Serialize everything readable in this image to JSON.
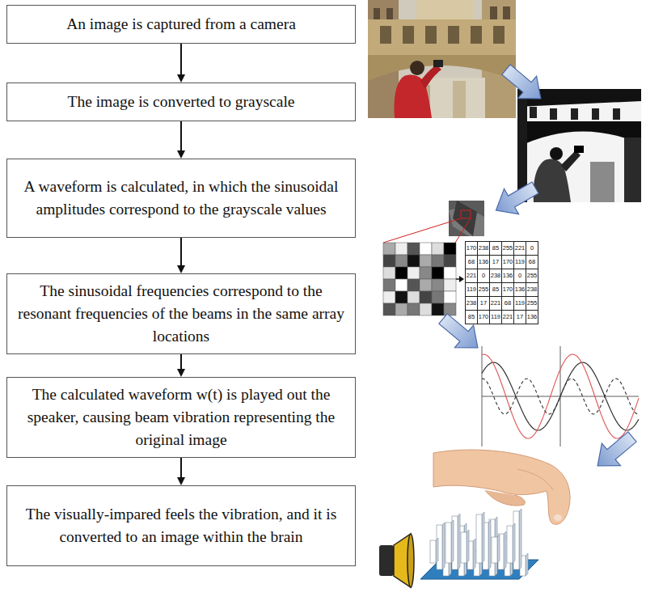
{
  "diagram": {
    "nodes": [
      {
        "text": [
          "An image is captured from a camera"
        ]
      },
      {
        "text": [
          "The image is converted to grayscale"
        ]
      },
      {
        "text": [
          "A waveform is calculated, in which the sinusoidal amplitudes correspond to the grayscale values"
        ]
      },
      {
        "text": [
          "The sinusoidal frequencies correspond to the resonant frequencies of the beams in the same array locations"
        ]
      },
      {
        "text": [
          "The calculated waveform w(t) is played out the speaker, causing beam vibration representing the original image"
        ]
      },
      {
        "text": [
          "The visually-impared feels the vibration, and it is converted to an image within the brain"
        ]
      }
    ],
    "edges": [
      {
        "from": 0,
        "to": 1,
        "arrow": "to"
      },
      {
        "from": 1,
        "to": 2,
        "arrow": "to"
      },
      {
        "from": 2,
        "to": 3,
        "arrow": "to"
      },
      {
        "from": 3,
        "to": 4,
        "arrow": "to"
      },
      {
        "from": 4,
        "to": 5,
        "arrow": "to"
      }
    ],
    "labels": [
      "170",
      "238",
      "85",
      "255",
      "221",
      "0",
      "68",
      "136",
      "17",
      "170",
      "119",
      "68",
      "221",
      "0",
      "238",
      "136",
      "0",
      "255",
      "119",
      "255",
      "85",
      "170",
      "136",
      "238",
      "238",
      "17",
      "221",
      "68",
      "119",
      "255",
      "85",
      "170",
      "119",
      "221",
      "17",
      "136"
    ]
  }
}
